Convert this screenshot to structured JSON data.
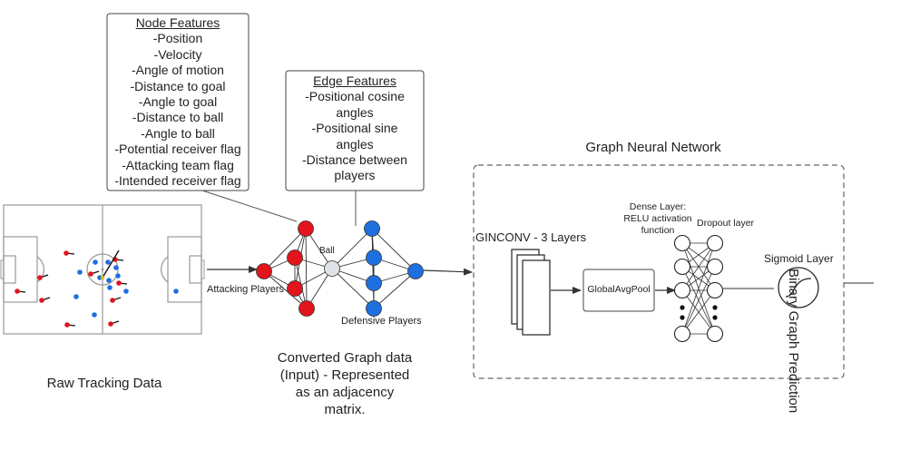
{
  "node_features": {
    "title": "Node Features",
    "items": [
      "-Position",
      "-Velocity",
      "-Angle of motion",
      "-Distance to goal",
      "-Angle to goal",
      "-Distance to ball",
      "-Angle to ball",
      "-Potential receiver flag",
      "-Attacking team flag",
      "-Intended receiver flag"
    ]
  },
  "edge_features": {
    "title": "Edge Features",
    "items": [
      "-Positional cosine",
      "angles",
      "-Positional sine",
      "angles",
      "-Distance between",
      "players"
    ]
  },
  "raw_data_label": "Raw Tracking Data",
  "graph": {
    "attacking_label": "Attacking Players",
    "ball_label": "Ball",
    "defensive_label": "Defensive Players",
    "caption": [
      "Converted Graph data",
      "(Input) - Represented",
      "as an adjacency",
      "matrix."
    ],
    "colors": {
      "attacking": "#e3141b",
      "defensive": "#1e6fe0",
      "ball": "#dfe3e8"
    }
  },
  "gnn": {
    "title": "Graph Neural Network",
    "ginconv_label": "GINCONV - 3 Layers",
    "pool_label": "GlobalAvgPool",
    "dense_label": [
      "Dense Layer:",
      "RELU activation",
      "function"
    ],
    "dropout_label": "Dropout layer",
    "sigmoid_label": "Sigmoid Layer"
  },
  "output_label": "Binary Graph Prediction"
}
